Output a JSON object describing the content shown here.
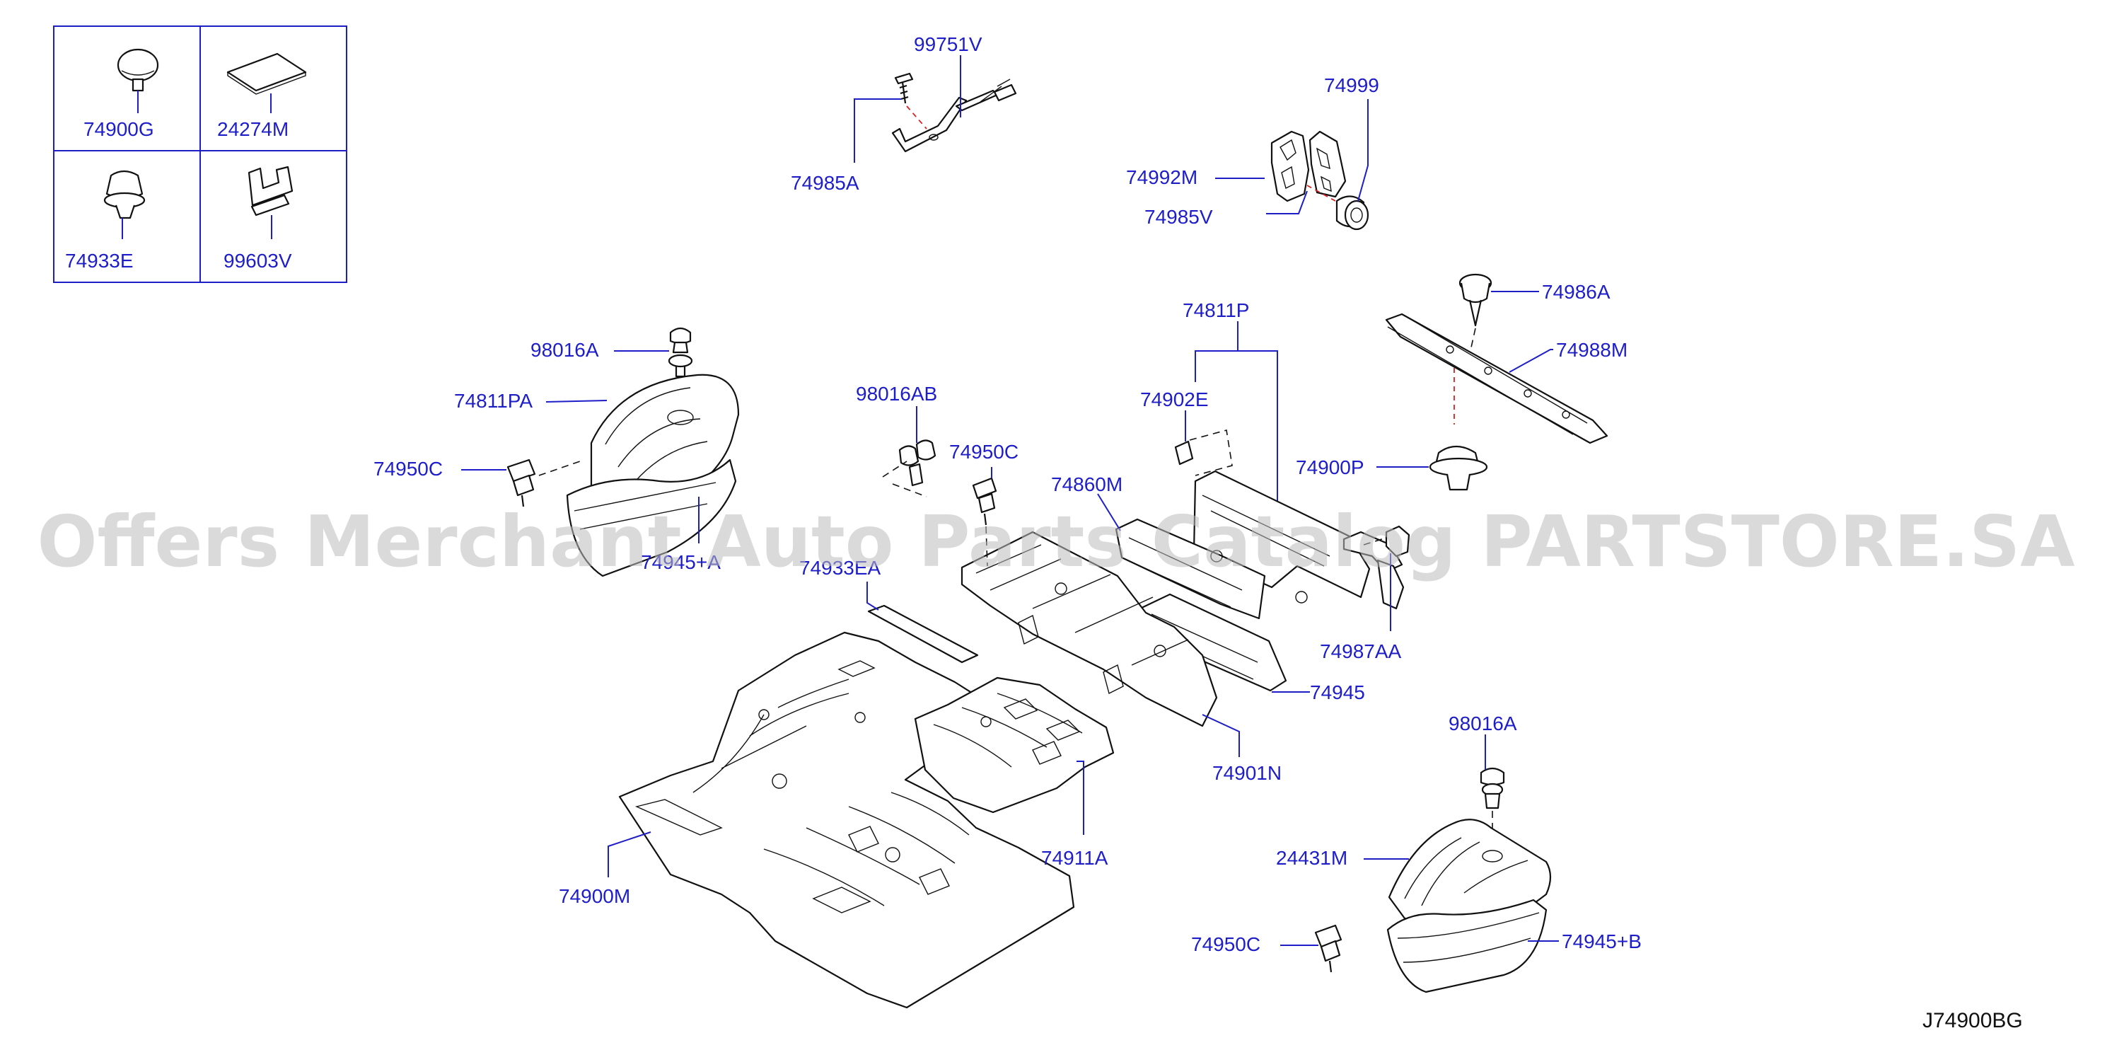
{
  "watermark": "Offers Merchant Auto Parts Catalog PARTSTORE.SA",
  "diagram_code": "J74900BG",
  "legend": {
    "cells": [
      {
        "label": "74900G"
      },
      {
        "label": "24274M"
      },
      {
        "label": "74933E"
      },
      {
        "label": "99603V"
      }
    ]
  },
  "labels": {
    "p99751V": "99751V",
    "p74985A": "74985A",
    "p74999": "74999",
    "p74992M": "74992M",
    "p74985V": "74985V",
    "p74986A": "74986A",
    "p74811P": "74811P",
    "p74988M": "74988M",
    "p98016A_top": "98016A",
    "p74811PA": "74811PA",
    "p74950C_left": "74950C",
    "p74945A": "74945+A",
    "p98016AB": "98016AB",
    "p74950C_mid": "74950C",
    "p74902E": "74902E",
    "p74900P": "74900P",
    "p74860M": "74860M",
    "p74933EA": "74933EA",
    "p74987AA": "74987AA",
    "p74945": "74945",
    "p74901N": "74901N",
    "p98016A_bottom": "98016A",
    "p24431M": "24431M",
    "p74911A": "74911A",
    "p74900M": "74900M",
    "p74950C_bottom": "74950C",
    "p74945B": "74945+B"
  }
}
